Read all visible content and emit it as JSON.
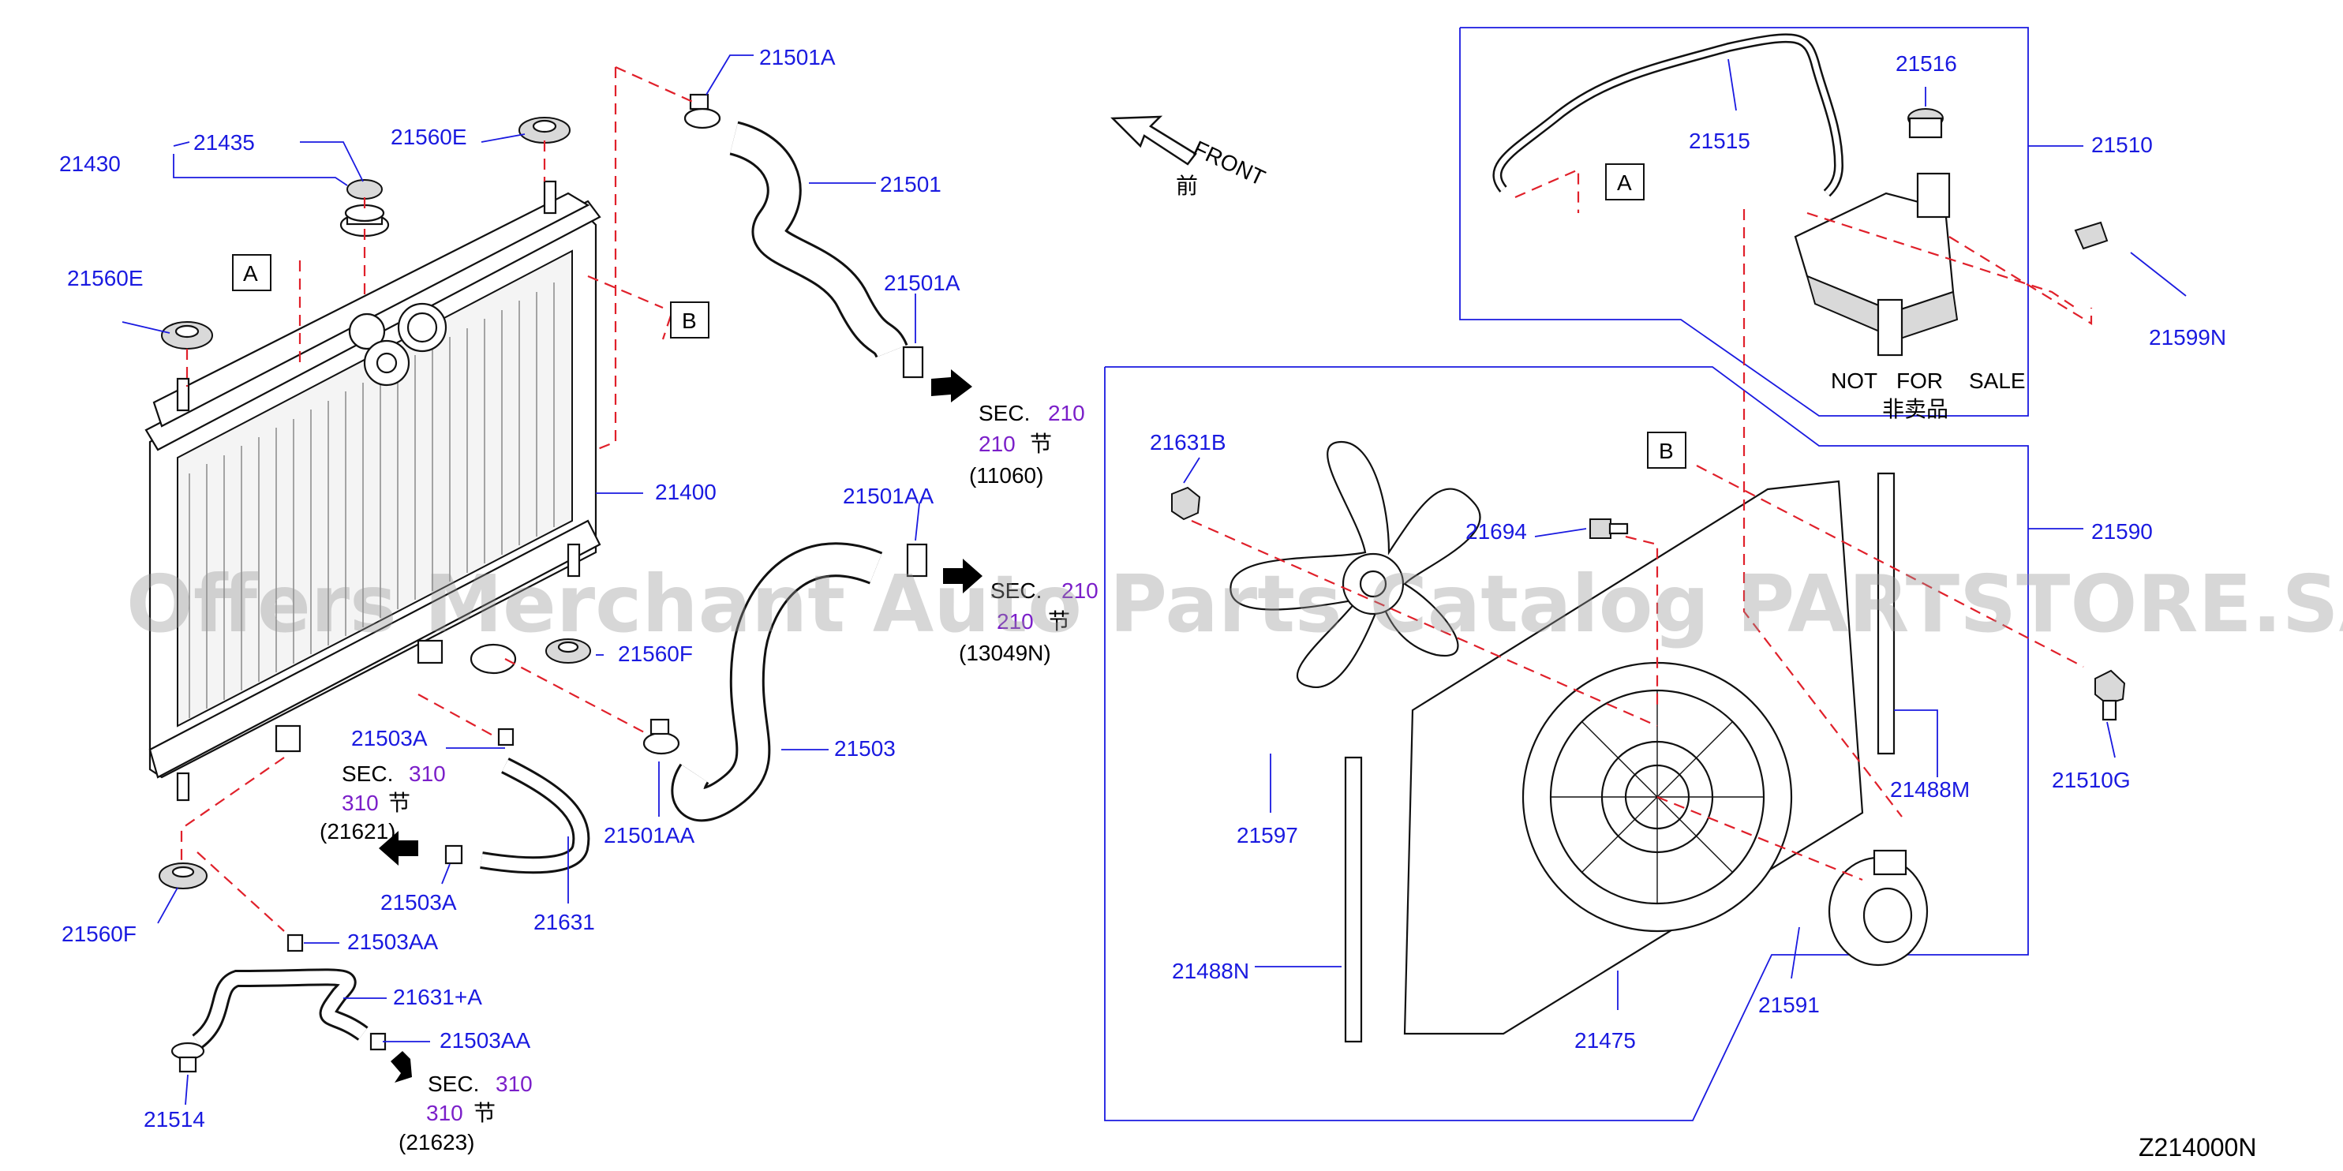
{
  "diagram_code": "Z214000N",
  "watermark": "Offers Merchant Auto Parts Catalog PARTSTORE.SA",
  "front": {
    "label": "FRONT",
    "cn": "前"
  },
  "not_for_sale": {
    "words": [
      "NOT",
      "FOR",
      "SALE"
    ],
    "cn": "非卖品"
  },
  "box_letters": {
    "a1": "A",
    "b1": "B",
    "a2": "A",
    "b2": "B"
  },
  "parts": {
    "p21430": "21430",
    "p21435": "21435",
    "p21560E_top": "21560E",
    "p21560E_left": "21560E",
    "p21501A_top": "21501A",
    "p21501": "21501",
    "p21501A_mid": "21501A",
    "p21400": "21400",
    "p21501AA_top": "21501AA",
    "p21503": "21503",
    "p21560F_mid": "21560F",
    "p21501AA_bot": "21501AA",
    "p21503A_top": "21503A",
    "p21503A_bot": "21503A",
    "p21631": "21631",
    "p21560F_left": "21560F",
    "p21503AA_top": "21503AA",
    "p21631A": "21631+A",
    "p21503AA_bot": "21503AA",
    "p21514": "21514",
    "p21516": "21516",
    "p21515": "21515",
    "p21510": "21510",
    "p21599N": "21599N",
    "p21631B": "21631B",
    "p21694": "21694",
    "p21590": "21590",
    "p21510G": "21510G",
    "p21597": "21597",
    "p21488M": "21488M",
    "p21488N": "21488N",
    "p21475": "21475",
    "p21591": "21591"
  },
  "sections": {
    "s1": {
      "sec": "SEC.",
      "num": "210",
      "num2": "210",
      "cn": "节",
      "code": "(11060)"
    },
    "s2": {
      "sec": "SEC.",
      "num": "210",
      "num2": "210",
      "cn": "节",
      "code": "(13049N)"
    },
    "s3": {
      "sec": "SEC.",
      "num": "310",
      "num2": "310",
      "cn": "节",
      "code": "(21621)"
    },
    "s4": {
      "sec": "SEC.",
      "num": "310",
      "num2": "310",
      "cn": "节",
      "code": "(21623)"
    }
  },
  "colors": {
    "label": "#1a1ae0",
    "section_number": "#7b1fc9",
    "dashed_leader": "#e0202a",
    "outline": "#111111"
  }
}
